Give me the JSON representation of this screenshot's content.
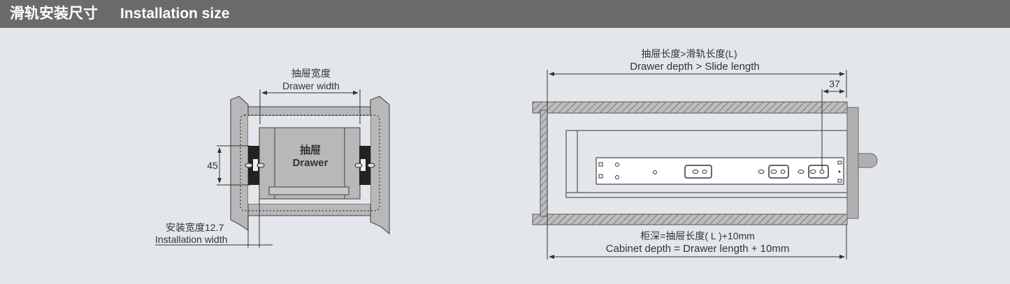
{
  "header": {
    "title_zh": "滑轨安装尺寸",
    "title_en": "Installation size"
  },
  "front_view": {
    "drawer_width_zh": "抽屉宽度",
    "drawer_width_en": "Drawer width",
    "drawer_label_zh": "抽屉",
    "drawer_label_en": "Drawer",
    "height_dim": "45",
    "install_width_zh": "安装宽度12.7",
    "install_width_en": "Installation width"
  },
  "side_view": {
    "top_dim_zh": "抽屉长度>滑轨长度(L)",
    "top_dim_en": "Drawer depth > Slide length",
    "offset_dim": "37",
    "bottom_dim_zh": "柜深=抽屉长度( L )+10mm",
    "bottom_dim_en": "Cabinet depth = Drawer length + 10mm"
  }
}
